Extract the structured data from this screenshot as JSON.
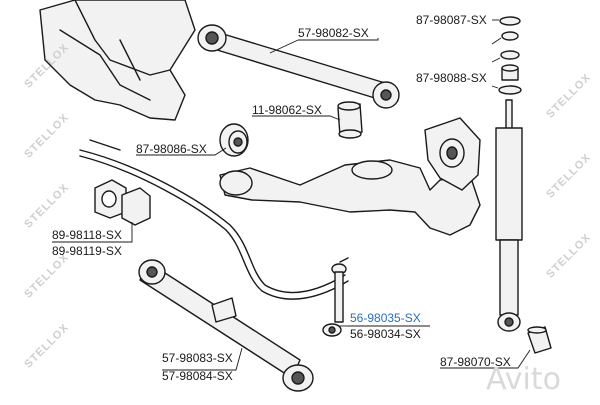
{
  "brand": {
    "watermark": "STELLOX",
    "logo": "Avito",
    "colors": {
      "line": "#1a1a1a",
      "part_fill": "#f2f2f2",
      "highlight": "#2a6fb8",
      "watermark": "#cfcfcf"
    }
  },
  "parts": [
    {
      "number": "57-98082-SX",
      "highlighted": false
    },
    {
      "number": "87-98087-SX",
      "highlighted": false
    },
    {
      "number": "87-98088-SX",
      "highlighted": false
    },
    {
      "number": "11-98062-SX",
      "highlighted": false
    },
    {
      "number": "87-98086-SX",
      "highlighted": false
    },
    {
      "number": "89-98118-SX",
      "highlighted": false
    },
    {
      "number": "89-98119-SX",
      "highlighted": false
    },
    {
      "number": "56-98035-SX",
      "highlighted": true
    },
    {
      "number": "56-98034-SX",
      "highlighted": false
    },
    {
      "number": "57-98083-SX",
      "highlighted": false
    },
    {
      "number": "57-98084-SX",
      "highlighted": false
    },
    {
      "number": "87-98070-SX",
      "highlighted": false
    }
  ]
}
